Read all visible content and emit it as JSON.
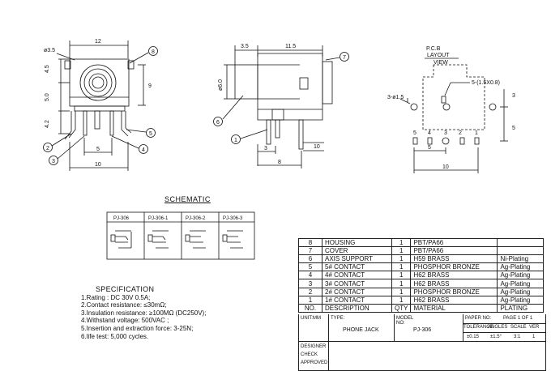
{
  "dims": {
    "top_width": "12",
    "hole_dia": "ø3.5",
    "left_45": "4.5",
    "left_50": "5.0",
    "left_42": "4.2",
    "right_9": "9",
    "bottom_5": "5",
    "bottom_10": "10",
    "side_35": "3.5",
    "side_115": "11.5",
    "side_dia": "ø6.0",
    "side_3": "3",
    "side_8": "8",
    "side_10": "10",
    "pcb_title": "P.C.B LAYOUT VIEW",
    "pcb_line1": "P.C.B",
    "pcb_line2": "LAYOUT",
    "pcb_line3": "VIEW",
    "pcb_hole": "3-ø1.5",
    "pcb_slot": "5-(1.5X0.8)",
    "pcb_3": "3",
    "pcb_5": "5",
    "pcb_10": "10",
    "pcb_pins": [
      "5",
      "4",
      "2",
      "1"
    ],
    "pcb_pin3": "3"
  },
  "callouts": {
    "front": [
      "8",
      "2",
      "3",
      "4",
      "5"
    ],
    "side": [
      "7",
      "6",
      "1"
    ]
  },
  "schematic": {
    "title": "SCHEMATIC",
    "parts": [
      "PJ-306",
      "PJ-306-1",
      "PJ-306-2",
      "PJ-306-3"
    ]
  },
  "spec": {
    "heading": "SPECIFICATION",
    "lines": [
      "1.Rating : DC 30V 0.5A;",
      "2.Contact resistance: ≤30mΩ;",
      "3.Insulation resistance: ≥100MΩ (DC250V);",
      "4.Withstand voltage: 500VAC ;",
      "5.Insertion and extraction force: 3-25N;",
      "6.life test: 5,000 cycles."
    ]
  },
  "bom": [
    {
      "no": "8",
      "desc": "HOUSING",
      "qty": "1",
      "material": "PBT/PA66",
      "plating": ""
    },
    {
      "no": "7",
      "desc": "COVER",
      "qty": "1",
      "material": "PBT/PA66",
      "plating": ""
    },
    {
      "no": "6",
      "desc": "AXIS SUPPORT",
      "qty": "1",
      "material": "H59 BRASS",
      "plating": "Ni-Plating"
    },
    {
      "no": "5",
      "desc": "5# CONTACT",
      "qty": "1",
      "material": "PHOSPHOR BRONZE",
      "plating": "Ag-Plating"
    },
    {
      "no": "4",
      "desc": "4# CONTACT",
      "qty": "1",
      "material": "H62 BRASS",
      "plating": "Ag-Plating"
    },
    {
      "no": "3",
      "desc": "3# CONTACT",
      "qty": "1",
      "material": "H62 BRASS",
      "plating": "Ag-Plating"
    },
    {
      "no": "2",
      "desc": "2# CONTACT",
      "qty": "1",
      "material": "PHOSPHOR BRONZE",
      "plating": "Ag-Plating"
    },
    {
      "no": "1",
      "desc": "1# CONTACT",
      "qty": "1",
      "material": "H62 BRASS",
      "plating": "Ag-Plating"
    },
    {
      "no": "NO.",
      "desc": "DESCRIPTION",
      "qty": "QTY",
      "material": "MATERIAL",
      "plating": "PLATING"
    }
  ],
  "titleblock": {
    "unit": "UNIT:MM",
    "type_label": "TYPE:",
    "type_value": "PHONE JACK",
    "model_label": "MODEL NO:",
    "model_value": "PJ-306",
    "paper_no": "PAPER NO:",
    "page": "PAGE 1 OF 1",
    "tolerance": "TOLERANCE",
    "angles": "ANGLES",
    "scale": "SCALE",
    "ver": "VER",
    "tol_val": "±0.15",
    "ang_val": "±1.5°",
    "scale_val": "3:1",
    "ver_val": "1",
    "designer": "DESIGNER",
    "check": "CHECK",
    "approved": "APPROVED"
  }
}
